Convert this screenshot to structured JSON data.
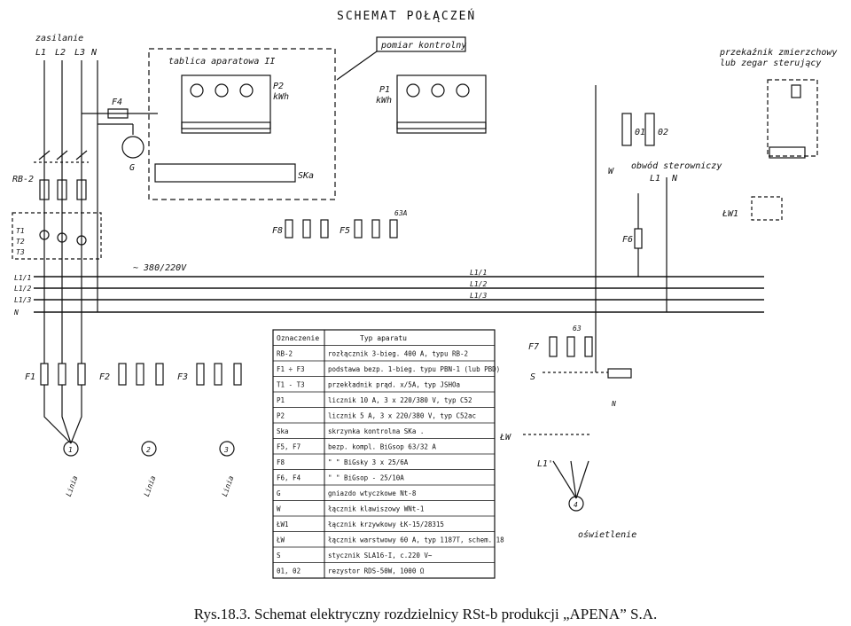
{
  "title": "SCHEMAT POŁĄCZEŃ",
  "caption": "Rys.18.3. Schemat elektryczny rozdzielnicy RSt-b produkcji „APENA” S.A.",
  "labels": {
    "zasilanie": "zasilanie",
    "tablica": "tablica aparatowa II",
    "pomiar": "pomiar kontrolny",
    "przekaznik_1": "przekaźnik zmierzchowy",
    "przekaznik_2": "lub zegar sterujący",
    "obwod": "obwód sterowniczy",
    "voltage": "~ 380/220V",
    "oswietlenie": "oświetlenie",
    "linia": "Linia",
    "ska": "SKa",
    "p1": "P1",
    "p1_unit": "kWh",
    "p2": "P2",
    "p2_unit": "kWh",
    "f1": "F1",
    "f2": "F2",
    "f3": "F3",
    "f4": "F4",
    "f5": "F5",
    "f6": "F6",
    "f7": "F7",
    "f8": "F8",
    "f63a": "63A",
    "f63": "63",
    "g": "G",
    "w": "W",
    "s": "S",
    "n": "N",
    "rb2": "RB-2",
    "lw": "ŁW",
    "lw1": "ŁW1",
    "l1": "L1",
    "l2": "L2",
    "l3": "L3",
    "t1": "T1",
    "t2": "T2",
    "t3": "T3",
    "o1": "01",
    "o2": "02",
    "l11": "L1/1",
    "l12": "L1/2",
    "l13": "L1/3",
    "l11b": "L1'",
    "circle_1": "1",
    "circle_2": "2",
    "circle_3": "3",
    "circle_4": "4"
  },
  "table": {
    "header": [
      "Oznaczenie",
      "Typ aparatu"
    ],
    "rows": [
      [
        "RB-2",
        "rozłącznik 3-bieg. 400 A, typu RB-2"
      ],
      [
        "F1 ÷ F3",
        "podstawa bezp. 1-bieg. typu PBN-1 (lub PBD)"
      ],
      [
        "T1 - T3",
        "przekładnik prąd. x/5A, typ JSHOa"
      ],
      [
        "P1",
        "licznik 10 A, 3 x 220/380 V, typ C52"
      ],
      [
        "P2",
        "licznik 5 A, 3 x 220/380 V, typ C52ac"
      ],
      [
        "Ska",
        "skrzynka kontrolna SKa ."
      ],
      [
        "F5, F7",
        "bezp. kompl. BiGsop 63/32 A"
      ],
      [
        "F8",
        "\"    \"    BiGsky 3 x 25/6A"
      ],
      [
        "F6, F4",
        "\"    \"    BiGsop - 25/10A"
      ],
      [
        "G",
        "gniazdo wtyczkowe Nt-8"
      ],
      [
        "W",
        "łącznik klawiszowy WNt-1"
      ],
      [
        "ŁW1",
        "łącznik krzywkowy ŁK-15/28315"
      ],
      [
        "ŁW",
        "łącznik warstwowy 60 A, typ 1187T, schem. 18"
      ],
      [
        "S",
        "stycznik SLA16-I, c.220 V~"
      ],
      [
        "01, 02",
        "rezystor RDS-50W, 1000 Ω"
      ]
    ]
  }
}
